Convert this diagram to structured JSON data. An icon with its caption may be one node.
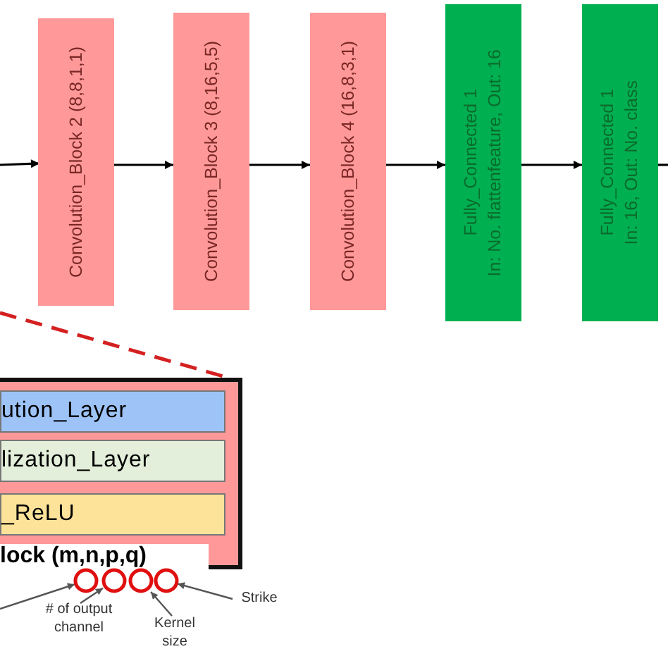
{
  "diagram": {
    "nodes": [
      {
        "text": [
          "Convolution_Block 2 (8,8,1,1)"
        ]
      },
      {
        "text": [
          "Convolution_Block 3 (8,16,5,5)"
        ]
      },
      {
        "text": [
          "Convolution_Block 4 (16,8,3,1)"
        ]
      },
      {
        "text": [
          "Fully_Connected 1",
          "In: No. flattenfeature, Out: 16"
        ]
      },
      {
        "text": [
          "Fully_Connected 1",
          "In: 16, Out: No. class"
        ]
      },
      {
        "text": [],
        "shape": "box"
      },
      {
        "text": [
          "ution_Layer"
        ],
        "in": 5
      },
      {
        "text": [
          "lization_Layer"
        ],
        "in": 5
      },
      {
        "text": [
          "_ReLU"
        ],
        "in": 5
      },
      {
        "text": [
          "lock (m,n,p,q)"
        ],
        "in": 5
      },
      {
        "text": [],
        "shape": "circle"
      },
      {
        "text": [],
        "shape": "circle"
      },
      {
        "text": [],
        "shape": "circle"
      },
      {
        "text": [],
        "shape": "circle"
      },
      {
        "text": [
          "# of output channel"
        ]
      },
      {
        "text": [
          "Kernel size"
        ]
      },
      {
        "text": [
          "Strike"
        ]
      }
    ],
    "edges": [
      {
        "from": null,
        "to": 0,
        "arrow": "to"
      },
      {
        "from": 0,
        "to": 1,
        "arrow": "to"
      },
      {
        "from": 1,
        "to": 2,
        "arrow": "to"
      },
      {
        "from": 2,
        "to": 3,
        "arrow": "to"
      },
      {
        "from": 3,
        "to": 4,
        "arrow": "to"
      },
      {
        "from": 4,
        "to": null,
        "arrow": "none"
      },
      {
        "from": null,
        "to": 10,
        "arrow": "to",
        "color": "#555555"
      },
      {
        "from": 14,
        "to": 11,
        "arrow": "to",
        "color": "#555555"
      },
      {
        "from": 15,
        "to": 12,
        "arrow": "to",
        "color": "#555555"
      },
      {
        "from": 16,
        "to": 13,
        "arrow": "to",
        "color": "#555555"
      }
    ]
  }
}
